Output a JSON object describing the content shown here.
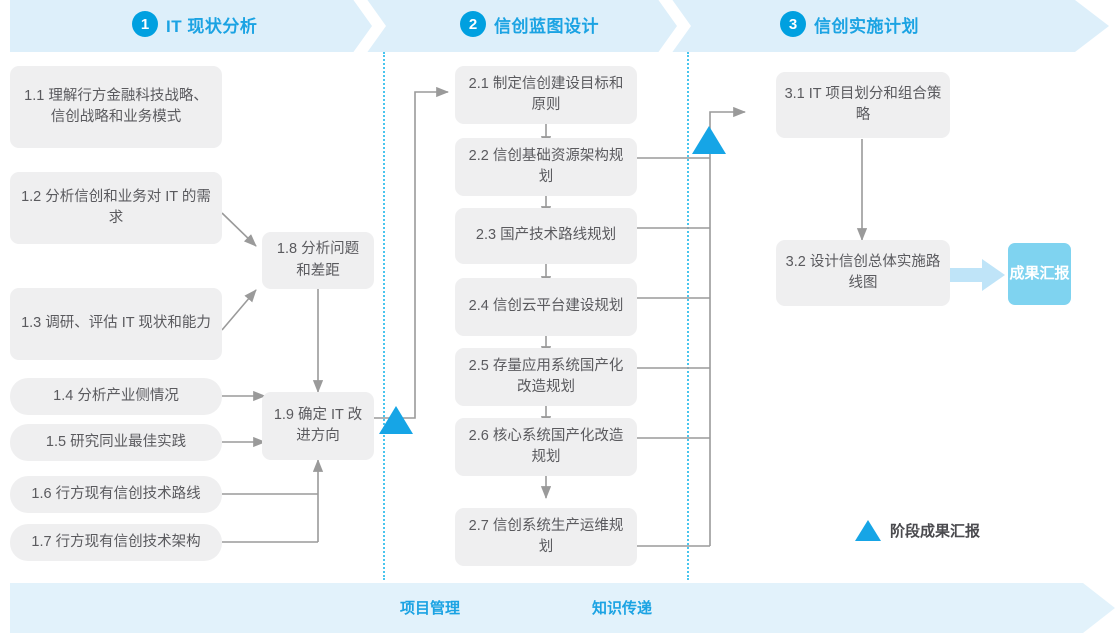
{
  "header": {
    "phases": [
      {
        "num": "1",
        "title": "IT 现状分析"
      },
      {
        "num": "2",
        "title": "信创蓝图设计"
      },
      {
        "num": "3",
        "title": "信创实施计划"
      }
    ]
  },
  "footer": {
    "labels": [
      "项目管理",
      "知识传递"
    ]
  },
  "phase1": {
    "boxes": [
      {
        "id": "1.1",
        "text": "1.1 理解行方金融科技战略、信创战略和业务模式"
      },
      {
        "id": "1.2",
        "text": "1.2 分析信创和业务对 IT 的需求"
      },
      {
        "id": "1.3",
        "text": "1.3 调研、评估 IT 现状和能力"
      },
      {
        "id": "1.4",
        "text": "1.4 分析产业侧情况"
      },
      {
        "id": "1.5",
        "text": "1.5 研究同业最佳实践"
      },
      {
        "id": "1.6",
        "text": "1.6 行方现有信创技术路线"
      },
      {
        "id": "1.7",
        "text": "1.7 行方现有信创技术架构"
      },
      {
        "id": "1.8",
        "text": "1.8 分析问题和差距"
      },
      {
        "id": "1.9",
        "text": "1.9 确定 IT 改进方向"
      }
    ]
  },
  "phase2": {
    "boxes": [
      {
        "id": "2.1",
        "text": "2.1 制定信创建设目标和原则"
      },
      {
        "id": "2.2",
        "text": "2.2 信创基础资源架构规划"
      },
      {
        "id": "2.3",
        "text": "2.3 国产技术路线规划"
      },
      {
        "id": "2.4",
        "text": "2.4 信创云平台建设规划"
      },
      {
        "id": "2.5",
        "text": "2.5 存量应用系统国产化改造规划"
      },
      {
        "id": "2.6",
        "text": "2.6 核心系统国产化改造规划"
      },
      {
        "id": "2.7",
        "text": "2.7 信创系统生产运维规划"
      }
    ]
  },
  "phase3": {
    "boxes": [
      {
        "id": "3.1",
        "text": "3.1 IT 项目划分和组合策略"
      },
      {
        "id": "3.2",
        "text": "3.2 设计信创总体实施路线图"
      }
    ],
    "result_badge": "成果汇报"
  },
  "legend": {
    "milestone_label": "阶段成果汇报"
  },
  "colors": {
    "banner_bg": "#ddeffa",
    "footer_bg": "#e2f2fb",
    "accent_blue": "#1ba3e3",
    "milestone_blue": "#16a5e6",
    "badge_blue": "#7fd3f0",
    "box_bg": "#efeff0",
    "box_text": "#5a5a5e",
    "connector": "#9a9a9a",
    "divider": "#49c5ee"
  }
}
